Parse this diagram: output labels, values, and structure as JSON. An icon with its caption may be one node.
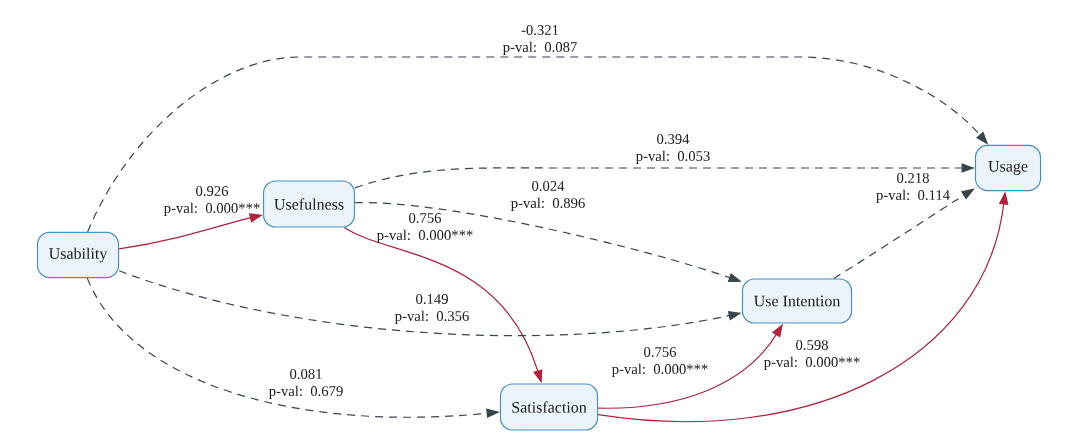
{
  "diagram": {
    "nodes": [
      {
        "text": [
          "Usability"
        ]
      },
      {
        "text": [
          "Usefulness"
        ]
      },
      {
        "text": [
          "Usage"
        ]
      },
      {
        "text": [
          "Use Intention"
        ]
      },
      {
        "text": [
          "Satisfaction"
        ]
      }
    ],
    "edges": [
      {
        "from": 0,
        "to": 2,
        "arrow": "to",
        "label": "-0.321 p-val: 0.087",
        "style": "dashed"
      },
      {
        "from": 0,
        "to": 1,
        "arrow": "to",
        "label": "0.926 p-val: 0.000***",
        "color": "#b0213e"
      },
      {
        "from": 1,
        "to": 2,
        "arrow": "to",
        "label": "0.394 p-val: 0.053",
        "style": "dashed"
      },
      {
        "from": 1,
        "to": 3,
        "arrow": "to",
        "label": "0.024 p-val: 0.896",
        "style": "dashed"
      },
      {
        "from": 1,
        "to": 4,
        "arrow": "to",
        "label": "0.756 p-val: 0.000***",
        "color": "#b0213e"
      },
      {
        "from": 0,
        "to": 3,
        "arrow": "to",
        "label": "0.149 p-val: 0.356",
        "style": "dashed"
      },
      {
        "from": 0,
        "to": 4,
        "arrow": "to",
        "label": "0.081 p-val: 0.679",
        "style": "dashed"
      },
      {
        "from": 3,
        "to": 2,
        "arrow": "to",
        "label": "0.218 p-val: 0.114",
        "style": "dashed"
      },
      {
        "from": 4,
        "to": 3,
        "arrow": "to",
        "label": "0.756 p-val: 0.000***",
        "color": "#b0213e"
      },
      {
        "from": 4,
        "to": 2,
        "arrow": "to",
        "label": "0.598 p-val: 0.000***",
        "color": "#b0213e"
      }
    ]
  }
}
